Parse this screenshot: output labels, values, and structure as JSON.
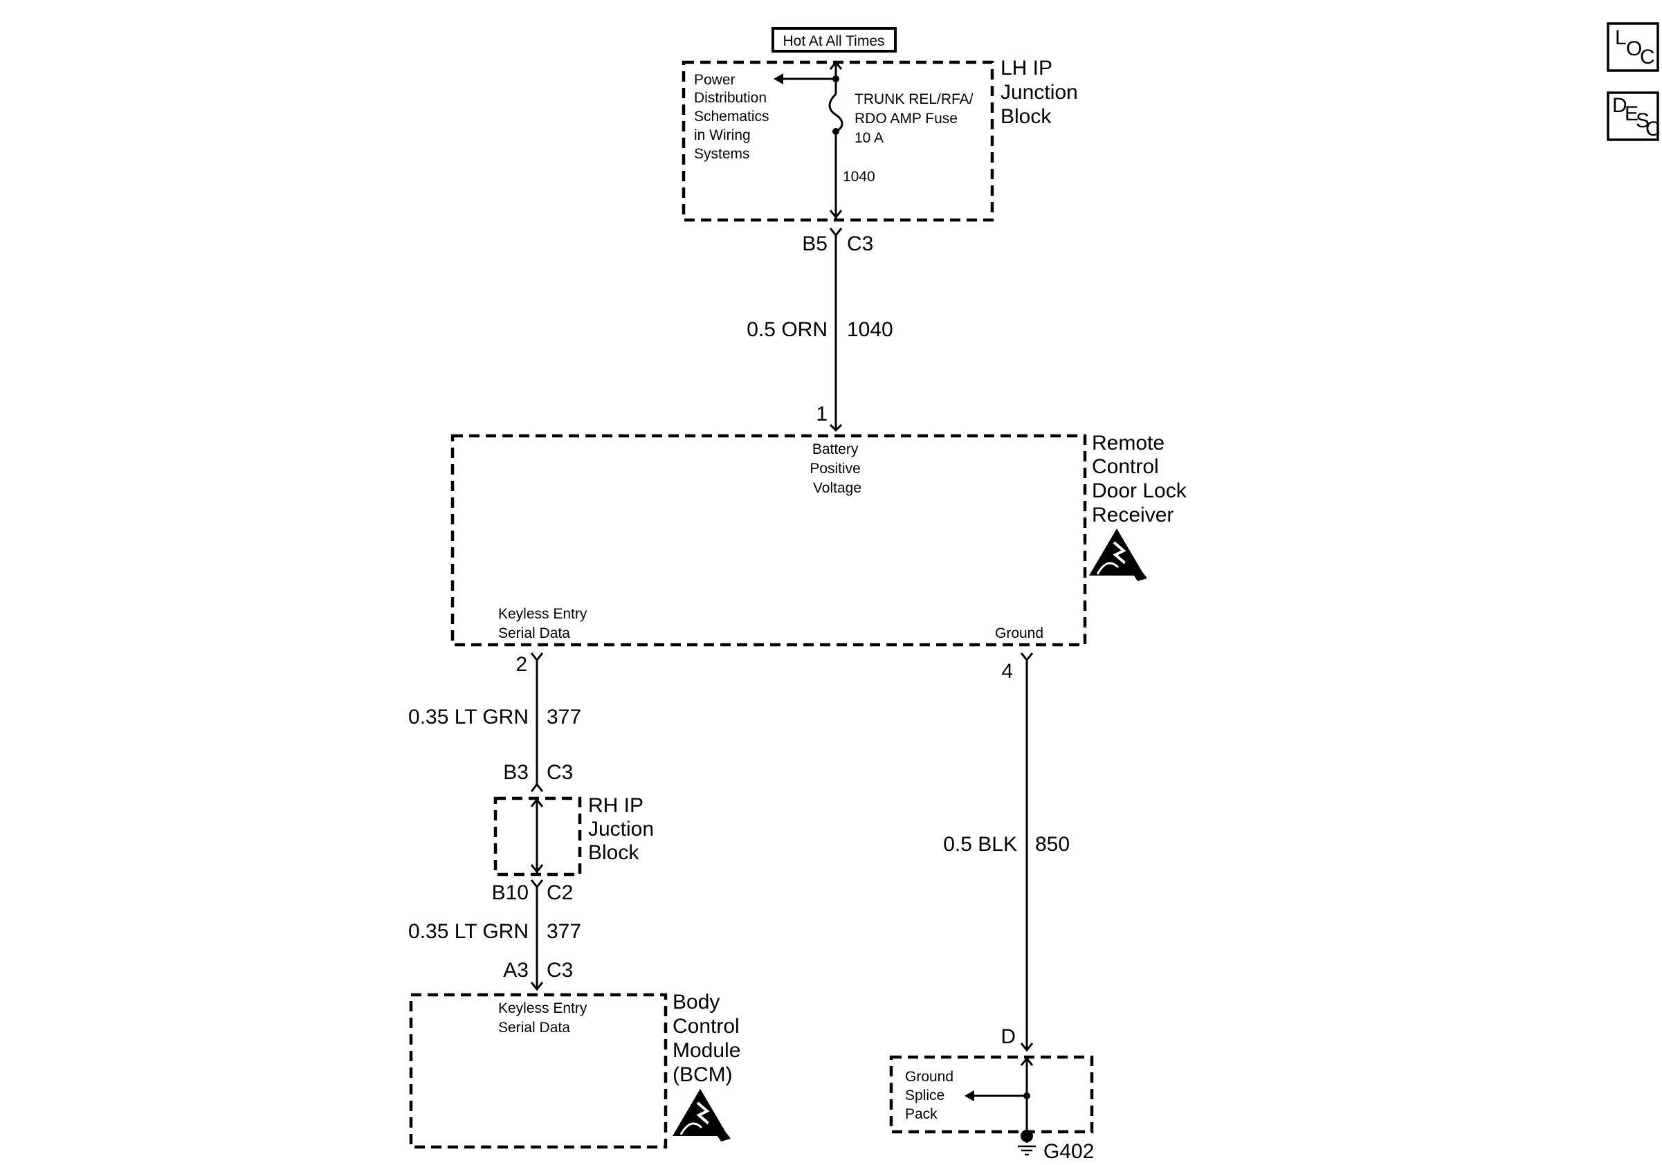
{
  "hot_label": "Hot At All Times",
  "lh_ip": {
    "title": [
      "LH IP",
      "Junction",
      "Block"
    ],
    "power_dist": [
      "Power",
      "Distribution",
      "Schematics",
      "in Wiring",
      "Systems"
    ],
    "fuse": [
      "TRUNK REL/RFA/",
      "RDO AMP Fuse",
      "10 A"
    ],
    "circuit": "1040",
    "connector_pin": "B5",
    "connector_id": "C3"
  },
  "wire_top": {
    "gauge_color": "0.5 ORN",
    "circuit": "1040"
  },
  "receiver": {
    "title": [
      "Remote",
      "Control",
      "Door Lock",
      "Receiver"
    ],
    "pin_top": "1",
    "battery": [
      "Battery",
      "Positive",
      "Voltage"
    ],
    "serial": [
      "Keyless Entry",
      "Serial Data"
    ],
    "ground": "Ground",
    "pin_left": "2",
    "pin_right": "4",
    "esd_icon": "esd-sensitive-icon"
  },
  "wire_data_1": {
    "gauge_color": "0.35 LT GRN",
    "circuit": "377"
  },
  "rh_ip": {
    "title": [
      "RH IP",
      "Juction",
      "Block"
    ],
    "top_pin": "B3",
    "top_conn": "C3",
    "bottom_pin": "B10",
    "bottom_conn": "C2"
  },
  "wire_data_2": {
    "gauge_color": "0.35 LT GRN",
    "circuit": "377"
  },
  "bcm_conn": {
    "pin": "A3",
    "conn": "C3"
  },
  "bcm": {
    "title": [
      "Body",
      "Control",
      "Module",
      "(BCM)"
    ],
    "serial": [
      "Keyless Entry",
      "Serial Data"
    ],
    "esd_icon": "esd-sensitive-icon"
  },
  "wire_ground": {
    "gauge_color": "0.5 BLK",
    "circuit": "850"
  },
  "ground_splice": {
    "pin": "D",
    "label": [
      "Ground",
      "Splice",
      "Pack"
    ],
    "ground_id": "G402"
  },
  "nav": {
    "loc": {
      "a": "L",
      "b": "O",
      "c": "C"
    },
    "desc": {
      "a": "D",
      "b": "E",
      "c": "S",
      "d": "C"
    }
  }
}
